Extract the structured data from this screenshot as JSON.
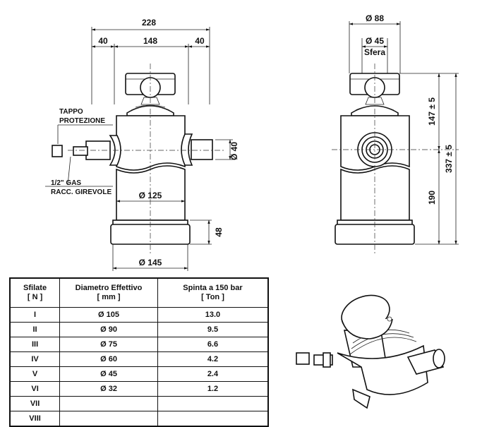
{
  "front_view": {
    "dim_total_width": "228",
    "dim_left": "40",
    "dim_middle": "148",
    "dim_right": "40",
    "dim_pin": "Ø 40",
    "dim_body": "Ø 125",
    "dim_base_height": "48",
    "dim_base": "Ø 145",
    "label_cap_1": "TAPPO",
    "label_cap_2": "PROTEZIONE",
    "label_fitting_1": "1/2\" GAS",
    "label_fitting_2": "RACC. GIREVOLE"
  },
  "side_view": {
    "dim_top": "Ø 88",
    "dim_sphere": "Ø 45",
    "label_sphere": "Sfera",
    "dim_upper": "147 ± 5",
    "dim_total": "337 ± 5",
    "dim_lower": "190"
  },
  "table": {
    "headers": [
      {
        "line1": "Sfilate",
        "line2": "[ N ]"
      },
      {
        "line1": "Diametro Effettivo",
        "line2": "[ mm ]"
      },
      {
        "line1": "Spinta a 150 bar",
        "line2": "[ Ton ]"
      }
    ],
    "rows": [
      {
        "stage": "I",
        "diameter": "Ø 105",
        "thrust": "13.0"
      },
      {
        "stage": "II",
        "diameter": "Ø 90",
        "thrust": "9.5"
      },
      {
        "stage": "III",
        "diameter": "Ø 75",
        "thrust": "6.6"
      },
      {
        "stage": "IV",
        "diameter": "Ø 60",
        "thrust": "4.2"
      },
      {
        "stage": "V",
        "diameter": "Ø 45",
        "thrust": "2.4"
      },
      {
        "stage": "VI",
        "diameter": "Ø 32",
        "thrust": "1.2"
      },
      {
        "stage": "VII",
        "diameter": "",
        "thrust": ""
      },
      {
        "stage": "VIII",
        "diameter": "",
        "thrust": ""
      }
    ]
  }
}
